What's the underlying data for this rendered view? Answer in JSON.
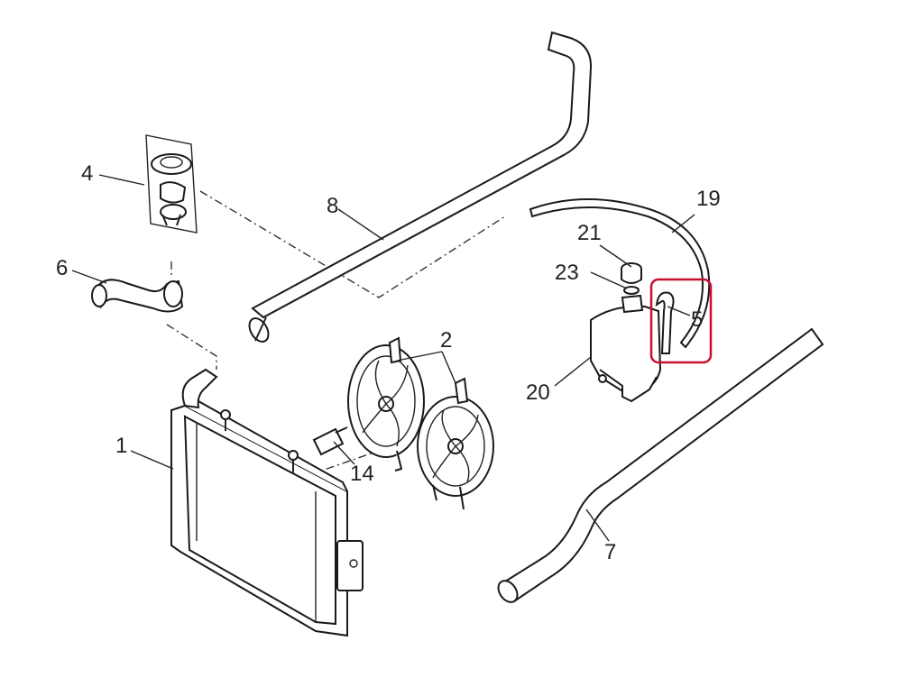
{
  "callouts": {
    "c1": "1",
    "c2": "2",
    "c4": "4",
    "c5": "5",
    "c6": "6",
    "c7": "7",
    "c8": "8",
    "c14": "14",
    "c19": "19",
    "c20": "20",
    "c21": "21",
    "c23": "23"
  },
  "highlight_color": "#c8102e"
}
